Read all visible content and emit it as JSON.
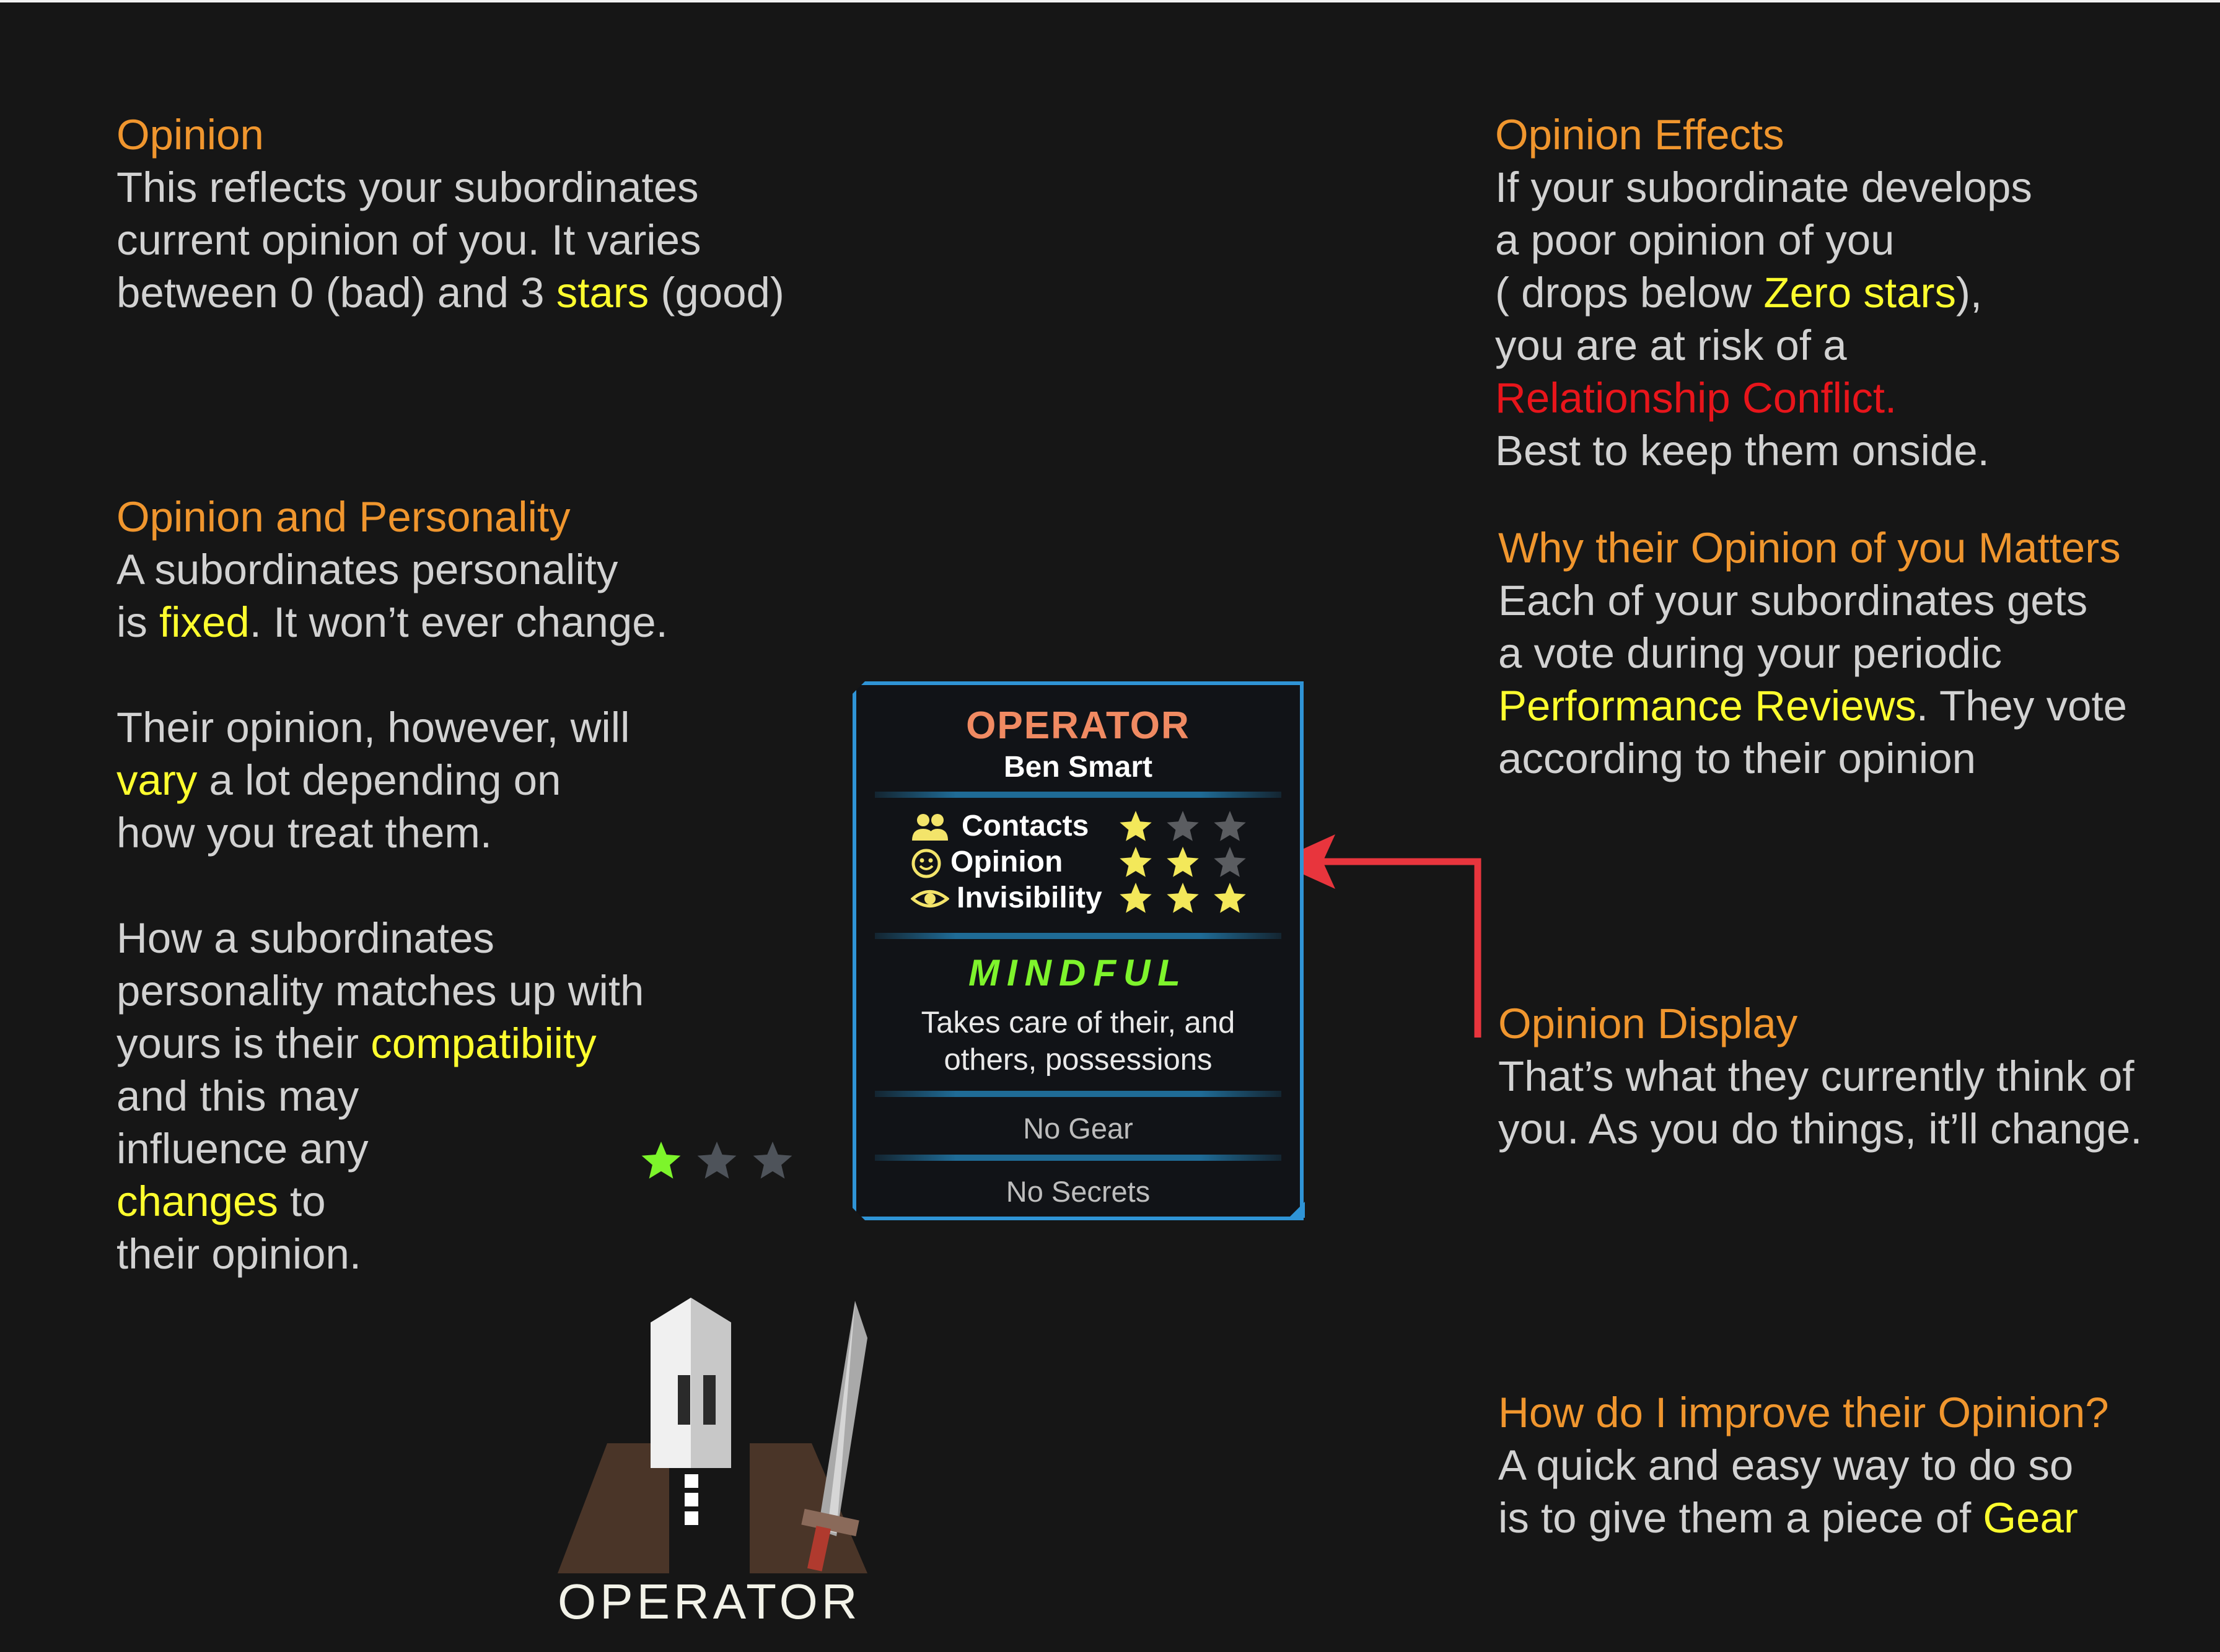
{
  "colors": {
    "background": "#161616",
    "heading": "#f0962e",
    "body_text": "#d2d2d2",
    "highlight": "#ffff2e",
    "alert": "#e8151b",
    "panel_border": "#2f94d6",
    "arrow": "#e8353d"
  },
  "left": {
    "opinion": {
      "heading": "Opinion",
      "l1": "This reflects your subordinates",
      "l2": "current opinion of you. It varies",
      "l3a": "between 0 (bad) and 3 ",
      "l3b": "stars",
      "l3c": " (good)"
    },
    "personality": {
      "heading": "Opinion and Personality",
      "l1": "A subordinates personality",
      "l2a": "is ",
      "l2b": "fixed",
      "l2c": ". It won’t ever change.",
      "l3": "Their opinion, however, will",
      "l4a": "vary",
      "l4b": " a lot depending on",
      "l5": "how you treat them.",
      "l6": "How a subordinates",
      "l7": "personality matches up with",
      "l8a": "yours is their ",
      "l8b": "compatibiity",
      "l9": "and this may",
      "l10": "influence any",
      "l11a": "changes",
      "l11b": " to",
      "l12": "their opinion."
    }
  },
  "right": {
    "effects": {
      "heading": "Opinion Effects",
      "l1": "If your subordinate develops",
      "l2": "a poor opinion of you",
      "l3a": "( drops below ",
      "l3b": "Zero stars",
      "l3c": "),",
      "l4": "you are at risk of a",
      "l5": "Relationship Conflict.",
      "l6": "Best to keep them onside."
    },
    "matters": {
      "heading": "Why their Opinion of you Matters",
      "l1": "Each of your subordinates gets",
      "l2": "a vote during your periodic",
      "l3a": "Performance Reviews",
      "l3b": ". They vote",
      "l4": "according to their opinion"
    },
    "display": {
      "heading": "Opinion Display",
      "l1": "That’s what they currently think of",
      "l2": "you. As you do things, it’ll change."
    },
    "improve": {
      "heading": "How do I improve their Opinion?",
      "l1": "A quick and easy way to do so",
      "l2a": "is to give them a piece of ",
      "l2b": "Gear"
    }
  },
  "panel": {
    "role": "OPERATOR",
    "name": "Ben Smart",
    "stats": [
      {
        "label": "Contacts",
        "icon": "people-icon",
        "rating": 1,
        "max": 3
      },
      {
        "label": "Opinion",
        "icon": "smiley-icon",
        "rating": 2,
        "max": 3
      },
      {
        "label": "Invisibility",
        "icon": "eye-icon",
        "rating": 3,
        "max": 3
      }
    ],
    "trait": "MINDFUL",
    "trait_desc": "Takes care of their, and others, possessions",
    "gear": "No Gear",
    "secrets": "No Secrets"
  },
  "character": {
    "label": "OPERATOR",
    "opinion_rating": 1,
    "opinion_max": 3
  }
}
